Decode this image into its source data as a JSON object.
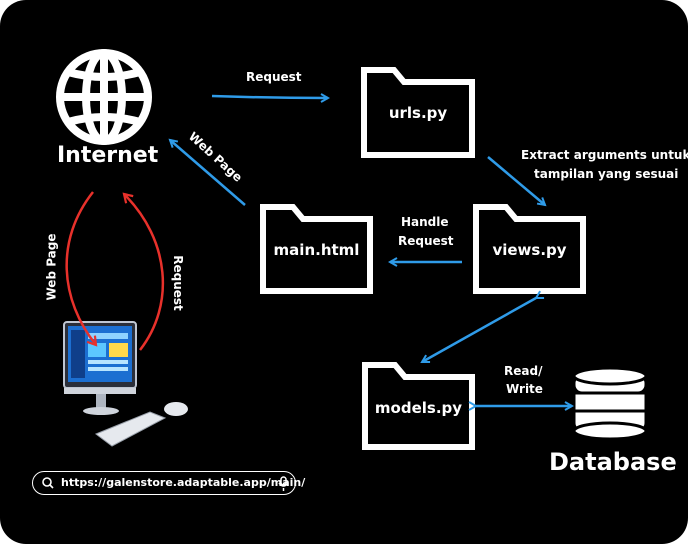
{
  "nodes": {
    "internet": "Internet",
    "urls": "urls.py",
    "views": "views.py",
    "main": "main.html",
    "models": "models.py",
    "database": "Database"
  },
  "edges": {
    "request_top": "Request",
    "web_page_top": "Web Page",
    "extract_line1": "Extract arguments untuk",
    "extract_line2": "tampilan yang sesuai",
    "handle_line1": "Handle",
    "handle_line2": "Request",
    "read_line1": "Read/",
    "read_line2": "Write",
    "web_page_left": "Web Page",
    "request_left": "Request"
  },
  "search": {
    "url": "https://galenstore.adaptable.app/main/"
  },
  "colors": {
    "background": "#000000",
    "blue_arrow": "#2f9be8",
    "red_arrow": "#e8312b",
    "foreground": "#ffffff"
  }
}
